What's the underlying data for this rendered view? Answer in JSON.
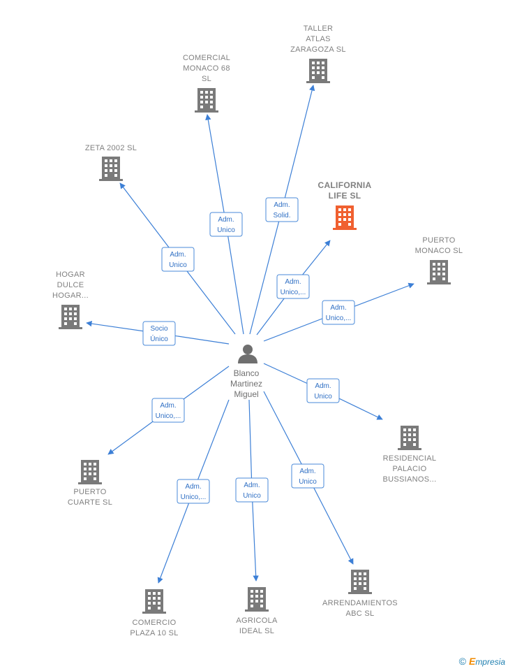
{
  "person": {
    "name_lines": [
      "Blanco",
      "Martinez",
      "Miguel"
    ]
  },
  "companies": [
    {
      "id": "taller",
      "lines": [
        "TALLER",
        "ATLAS",
        "ZARAGOZA  SL"
      ],
      "highlight": false
    },
    {
      "id": "comercial",
      "lines": [
        "COMERCIAL",
        "MONACO 68",
        "SL"
      ],
      "highlight": false
    },
    {
      "id": "zeta",
      "lines": [
        "ZETA 2002 SL"
      ],
      "highlight": false
    },
    {
      "id": "california",
      "lines": [
        "CALIFORNIA",
        "LIFE  SL"
      ],
      "highlight": true
    },
    {
      "id": "puerto_monaco",
      "lines": [
        "PUERTO",
        "MONACO  SL"
      ],
      "highlight": false
    },
    {
      "id": "hogar",
      "lines": [
        "HOGAR",
        "DULCE",
        "HOGAR..."
      ],
      "highlight": false
    },
    {
      "id": "residencial",
      "lines": [
        "RESIDENCIAL",
        "PALACIO",
        "BUSSIANOS..."
      ],
      "highlight": false
    },
    {
      "id": "puerto_cuarte",
      "lines": [
        "PUERTO",
        "CUARTE  SL"
      ],
      "highlight": false
    },
    {
      "id": "comercio",
      "lines": [
        "COMERCIO",
        "PLAZA 10  SL"
      ],
      "highlight": false
    },
    {
      "id": "agricola",
      "lines": [
        "AGRICOLA",
        "IDEAL SL"
      ],
      "highlight": false
    },
    {
      "id": "arrendamientos",
      "lines": [
        "ARRENDAMIENTOS",
        "ABC SL"
      ],
      "highlight": false
    }
  ],
  "relations": [
    {
      "to": "taller",
      "lines": [
        "Adm.",
        "Solid."
      ]
    },
    {
      "to": "comercial",
      "lines": [
        "Adm.",
        "Unico"
      ]
    },
    {
      "to": "zeta",
      "lines": [
        "Adm.",
        "Unico"
      ]
    },
    {
      "to": "california",
      "lines": [
        "Adm.",
        "Unico,..."
      ]
    },
    {
      "to": "puerto_monaco",
      "lines": [
        "Adm.",
        "Unico,..."
      ]
    },
    {
      "to": "hogar",
      "lines": [
        "Socio",
        "Único"
      ]
    },
    {
      "to": "residencial",
      "lines": [
        "Adm.",
        "Unico"
      ]
    },
    {
      "to": "puerto_cuarte",
      "lines": [
        "Adm.",
        "Unico,..."
      ]
    },
    {
      "to": "comercio",
      "lines": [
        "Adm.",
        "Unico,..."
      ]
    },
    {
      "to": "agricola",
      "lines": [
        "Adm.",
        "Unico"
      ]
    },
    {
      "to": "arrendamientos",
      "lines": [
        "Adm.",
        "Unico"
      ]
    }
  ],
  "colors": {
    "building": "#7a7a7a",
    "building_highlight": "#f06030",
    "edge": "#3c7fd6",
    "person": "#6f6f6f"
  },
  "footer": {
    "copyright": "©",
    "brand_initial": "E",
    "brand_rest": "mpresia"
  }
}
